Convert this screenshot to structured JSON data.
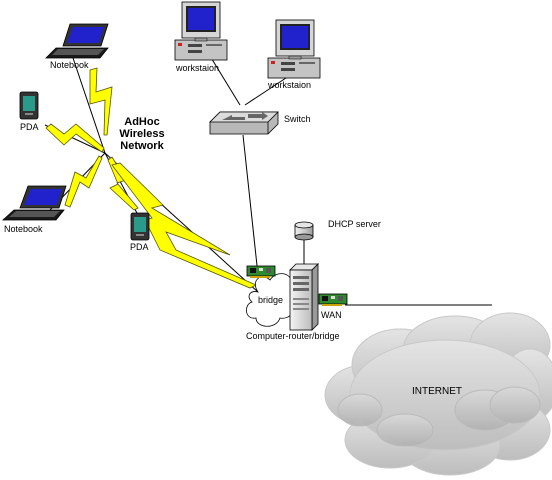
{
  "network": {
    "adhoc_line1": "AdHoc",
    "adhoc_line2": "Wireless",
    "adhoc_line3": "Network"
  },
  "devices": {
    "notebook_top": "Notebook",
    "pda_left": "PDA",
    "notebook_bottom": "Notebook",
    "pda_middle": "PDA",
    "workstation_left": "workstaion",
    "workstation_right": "workstaion",
    "switch": "Switch",
    "dhcp": "DHCP server",
    "bridge": "bridge",
    "wan": "WAN",
    "router": "Computer-router/bridge",
    "internet": "INTERNET"
  },
  "colors": {
    "lightning": "#ffff00",
    "lightning_outline": "#555500",
    "cloud": "#d4d4d4",
    "nic": "#2f8a2f",
    "screen": "#2222cc"
  }
}
